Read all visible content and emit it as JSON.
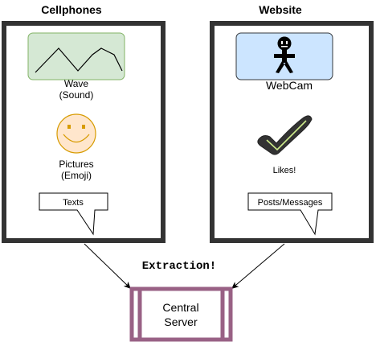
{
  "columns": {
    "left": {
      "title": "Cellphones",
      "wave": {
        "label_line1": "Wave",
        "label_line2": "(Sound)"
      },
      "pictures": {
        "label_line1": "Pictures",
        "label_line2": "(Emoji)"
      },
      "callout": "Texts"
    },
    "right": {
      "title": "Website",
      "webcam": {
        "label": "WebCam"
      },
      "likes": {
        "label": "Likes!"
      },
      "callout": "Posts/Messages"
    }
  },
  "flow_label": "Extraction!",
  "server": {
    "label_line1": "Central",
    "label_line2": "Server"
  },
  "colors": {
    "panel_border": "#333333",
    "wave_fill": "#d5e8d4",
    "wave_stroke": "#82b366",
    "webcam_fill": "#cce5ff",
    "webcam_stroke": "#36393d",
    "emoji_fill": "#ffe6cc",
    "emoji_stroke": "#d79b00",
    "check_stroke": "#333333",
    "check_inner": "#cdeb8b",
    "server_stroke": "#996185"
  }
}
